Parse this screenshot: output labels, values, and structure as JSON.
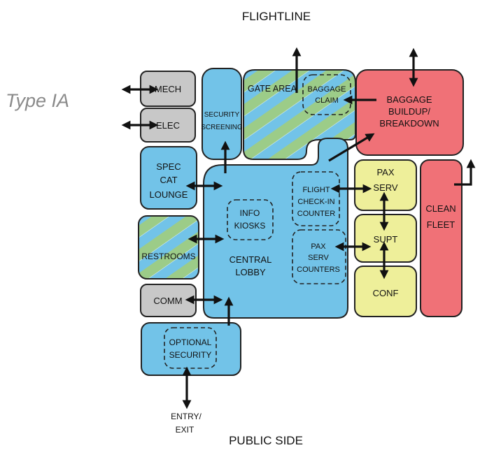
{
  "title_top": "FLIGHTLINE",
  "title_bottom": "PUBLIC SIDE",
  "type_label": "Type IA",
  "spaces": {
    "mech": "MECH",
    "elec": "ELEC",
    "security_screening": [
      "SECURITY",
      "SCREENING"
    ],
    "gate_area": "GATE AREA",
    "baggage_claim": [
      "BAGGAGE",
      "CLAIM"
    ],
    "baggage_buildup": [
      "BAGGAGE",
      "BUILDUP/",
      "BREAKDOWN"
    ],
    "spec_cat_lounge": [
      "SPEC",
      "CAT",
      "LOUNGE"
    ],
    "info_kiosks": [
      "INFO",
      "KIOSKS"
    ],
    "flight_checkin": [
      "FLIGHT",
      "CHECK-IN",
      "COUNTER"
    ],
    "pax_serv": [
      "PAX",
      "SERV"
    ],
    "clean_fleet": [
      "CLEAN",
      "FLEET"
    ],
    "restrooms": "RESTROOMS",
    "central_lobby": [
      "CENTRAL",
      "LOBBY"
    ],
    "pax_serv_counters": [
      "PAX",
      "SERV",
      "COUNTERS"
    ],
    "supt": "SUPT",
    "conf": "CONF",
    "comm": "COMM",
    "optional_security": [
      "OPTIONAL",
      "SECURITY"
    ],
    "entry_exit": [
      "ENTRY/",
      "EXIT"
    ]
  },
  "colors": {
    "blue": "#72c3e8",
    "gray": "#c8c8c8",
    "red": "#f07177",
    "yellow": "#eeef9a",
    "green": "#9ccc88",
    "stroke": "#222222"
  }
}
